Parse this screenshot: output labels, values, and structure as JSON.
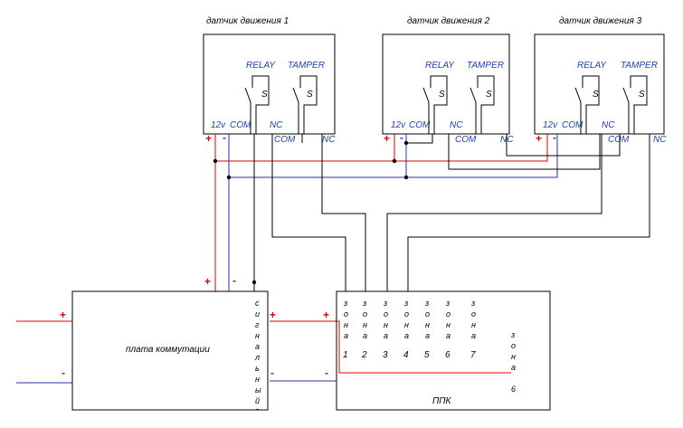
{
  "sensors": [
    {
      "title": "датчик движения 1",
      "relay": "RELAY",
      "tamper": "TAMPER",
      "s1": "S",
      "s2": "S",
      "v12": "12v",
      "com_top": "COM",
      "nc_top": "NC",
      "com_bot": "COM",
      "nc_bot": "NC",
      "plus": "+",
      "minus": "-"
    },
    {
      "title": "датчик движения 2",
      "relay": "RELAY",
      "tamper": "TAMPER",
      "s1": "S",
      "s2": "S",
      "v12": "12v",
      "com_top": "COM",
      "nc_top": "NC",
      "com_bot": "COM",
      "nc_bot": "NC",
      "plus": "+",
      "minus": "-"
    },
    {
      "title": "датчик движения 3",
      "relay": "RELAY",
      "tamper": "TAMPER",
      "s1": "S",
      "s2": "S",
      "v12": "12v",
      "com_top": "COM",
      "nc_top": "NC",
      "com_bot": "COM",
      "nc_bot": "NC",
      "plus": "+",
      "minus": "-"
    }
  ],
  "board": {
    "label": "плата коммутации",
    "signal_letters": [
      "с",
      "и",
      "г",
      "н",
      "а",
      "л",
      "ь",
      "н",
      "ы",
      "й",
      "-"
    ],
    "in_plus": "+",
    "in_minus": "-",
    "out_plus": "+",
    "out_minus": "-",
    "top_plus": "+",
    "top_minus": "-"
  },
  "ppk": {
    "label": "ППК",
    "in_plus": "+",
    "in_minus": "-",
    "zone_letters": [
      "з",
      "о",
      "н",
      "а"
    ],
    "zones": [
      "1",
      "2",
      "3",
      "4",
      "5",
      "6",
      "7"
    ],
    "zone6_letters": [
      "з",
      "о",
      "н",
      "а"
    ],
    "zone6_number": "6"
  }
}
